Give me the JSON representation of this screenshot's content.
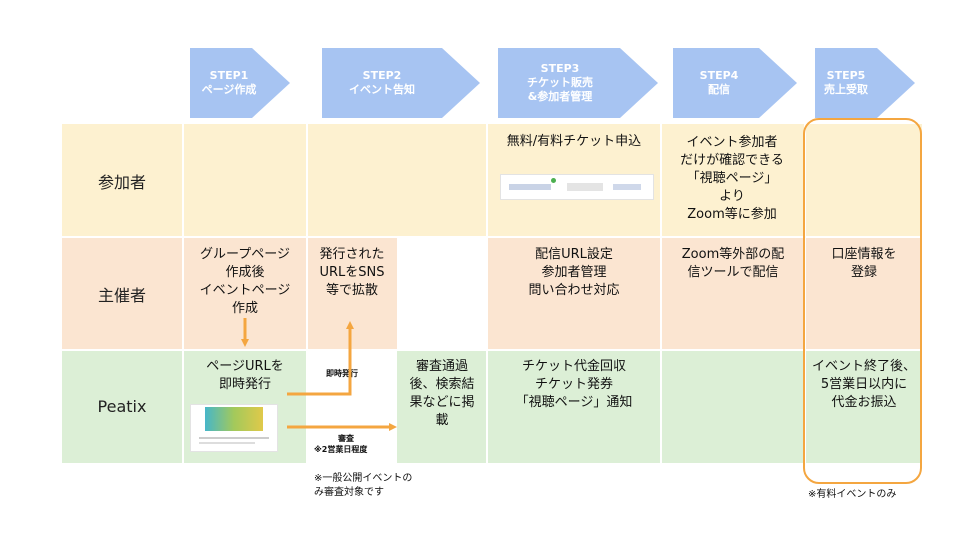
{
  "steps": [
    {
      "line1": "STEP1",
      "line2": "ページ作成",
      "line3": ""
    },
    {
      "line1": "STEP2",
      "line2": "イベント告知",
      "line3": ""
    },
    {
      "line1": "STEP3",
      "line2": "チケット販売",
      "line3": "&参加者管理"
    },
    {
      "line1": "STEP4",
      "line2": "配信",
      "line3": ""
    },
    {
      "line1": "STEP5",
      "line2": "売上受取",
      "line3": ""
    }
  ],
  "rows": {
    "participant": "参加者",
    "organizer": "主催者",
    "peatix": "Peatix"
  },
  "participant_cells": {
    "step3": "無料/有料チケット申込",
    "step4": [
      "イベント参加者",
      "だけが確認できる",
      "「視聴ページ」",
      "より",
      "Zoom等に参加"
    ]
  },
  "organizer_cells": {
    "step1": [
      "グループページ",
      "作成後",
      "イベントページ",
      "作成"
    ],
    "step2": [
      "発行された",
      "URLをSNS",
      "等で拡散"
    ],
    "step3": [
      "配信URL設定",
      "参加者管理",
      "問い合わせ対応"
    ],
    "step4": [
      "Zoom等外部の配",
      "信ツールで配信"
    ],
    "step5": [
      "口座情報を",
      "登録"
    ]
  },
  "peatix_cells": {
    "step1": [
      "ページURLを",
      "即時発行"
    ],
    "review": [
      "審査通過",
      "後、検索結",
      "果などに掲",
      "載"
    ],
    "step3": [
      "チケット代金回収",
      "チケット発券",
      "「視聴ページ」通知"
    ],
    "step5": [
      "イベント終了後、",
      "5営業日以内に",
      "代金お振込"
    ]
  },
  "arrow_labels": {
    "immediate": "即時発行",
    "review_title": "審査",
    "review_days": "※2営業日程度"
  },
  "notes": {
    "review_note_line1": "※一般公開イベントの",
    "review_note_line2": "み審査対象です",
    "paid_only": "※有料イベントのみ"
  },
  "colors": {
    "step_arrow": "#a7c4f2",
    "participant_row": "#fdf1d0",
    "organizer_row": "#fbe5d1",
    "peatix_row": "#dcefd6",
    "highlight": "#f4a640",
    "arrow": "#f4a640"
  }
}
